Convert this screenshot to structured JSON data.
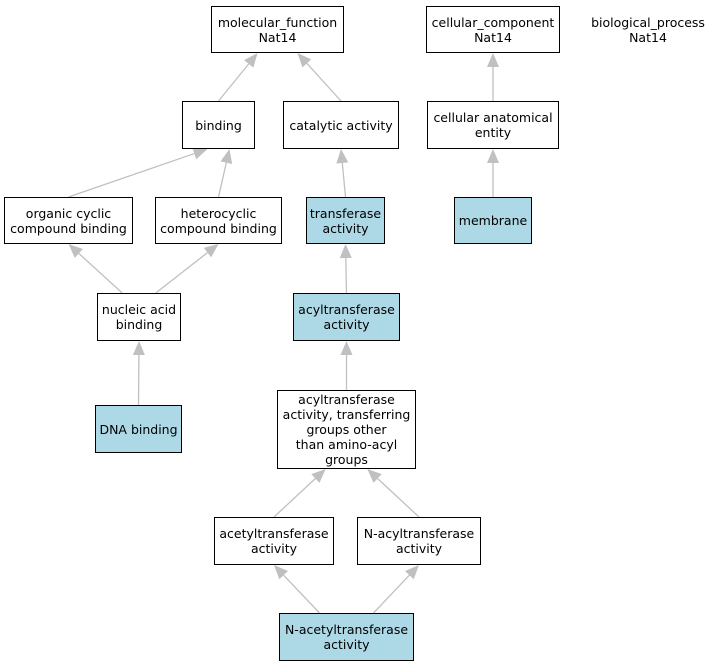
{
  "colors": {
    "highlight": "#add8e6",
    "edge": "#c0c0c0",
    "border": "#000000",
    "background": "#ffffff"
  },
  "nodes": {
    "molecular_function": {
      "label": "molecular_function\nNat14",
      "highlighted": false
    },
    "cellular_component": {
      "label": "cellular_component\nNat14",
      "highlighted": false
    },
    "biological_process": {
      "label": "biological_process\nNat14",
      "highlighted": false
    },
    "binding": {
      "label": "binding",
      "highlighted": false
    },
    "catalytic_activity": {
      "label": "catalytic activity",
      "highlighted": false
    },
    "cellular_anatomical_entity": {
      "label": "cellular anatomical\nentity",
      "highlighted": false
    },
    "organic_cyclic_compound_binding": {
      "label": "organic cyclic\ncompound binding",
      "highlighted": false
    },
    "heterocyclic_compound_binding": {
      "label": "heterocyclic\ncompound binding",
      "highlighted": false
    },
    "transferase_activity": {
      "label": "transferase\nactivity",
      "highlighted": true
    },
    "membrane": {
      "label": "membrane",
      "highlighted": true
    },
    "nucleic_acid_binding": {
      "label": "nucleic acid\nbinding",
      "highlighted": false
    },
    "acyltransferase_activity": {
      "label": "acyltransferase\nactivity",
      "highlighted": true
    },
    "dna_binding": {
      "label": "DNA binding",
      "highlighted": true
    },
    "acyltransferase_other_than_aminoacyl": {
      "label": "acyltransferase\nactivity, transferring\ngroups other\nthan amino-acyl\ngroups",
      "highlighted": false
    },
    "acetyltransferase_activity": {
      "label": "acetyltransferase\nactivity",
      "highlighted": false
    },
    "n_acyltransferase_activity": {
      "label": "N-acyltransferase\nactivity",
      "highlighted": false
    },
    "n_acetyltransferase_activity": {
      "label": "N-acetyltransferase\nactivity",
      "highlighted": true
    }
  },
  "edges": [
    {
      "from": "binding",
      "to": "molecular_function"
    },
    {
      "from": "catalytic_activity",
      "to": "molecular_function"
    },
    {
      "from": "cellular_anatomical_entity",
      "to": "cellular_component"
    },
    {
      "from": "organic_cyclic_compound_binding",
      "to": "binding"
    },
    {
      "from": "heterocyclic_compound_binding",
      "to": "binding"
    },
    {
      "from": "transferase_activity",
      "to": "catalytic_activity"
    },
    {
      "from": "membrane",
      "to": "cellular_anatomical_entity"
    },
    {
      "from": "nucleic_acid_binding",
      "to": "organic_cyclic_compound_binding"
    },
    {
      "from": "nucleic_acid_binding",
      "to": "heterocyclic_compound_binding"
    },
    {
      "from": "acyltransferase_activity",
      "to": "transferase_activity"
    },
    {
      "from": "dna_binding",
      "to": "nucleic_acid_binding"
    },
    {
      "from": "acyltransferase_other_than_aminoacyl",
      "to": "acyltransferase_activity"
    },
    {
      "from": "acetyltransferase_activity",
      "to": "acyltransferase_other_than_aminoacyl"
    },
    {
      "from": "n_acyltransferase_activity",
      "to": "acyltransferase_other_than_aminoacyl"
    },
    {
      "from": "n_acetyltransferase_activity",
      "to": "acetyltransferase_activity"
    },
    {
      "from": "n_acetyltransferase_activity",
      "to": "n_acyltransferase_activity"
    }
  ]
}
